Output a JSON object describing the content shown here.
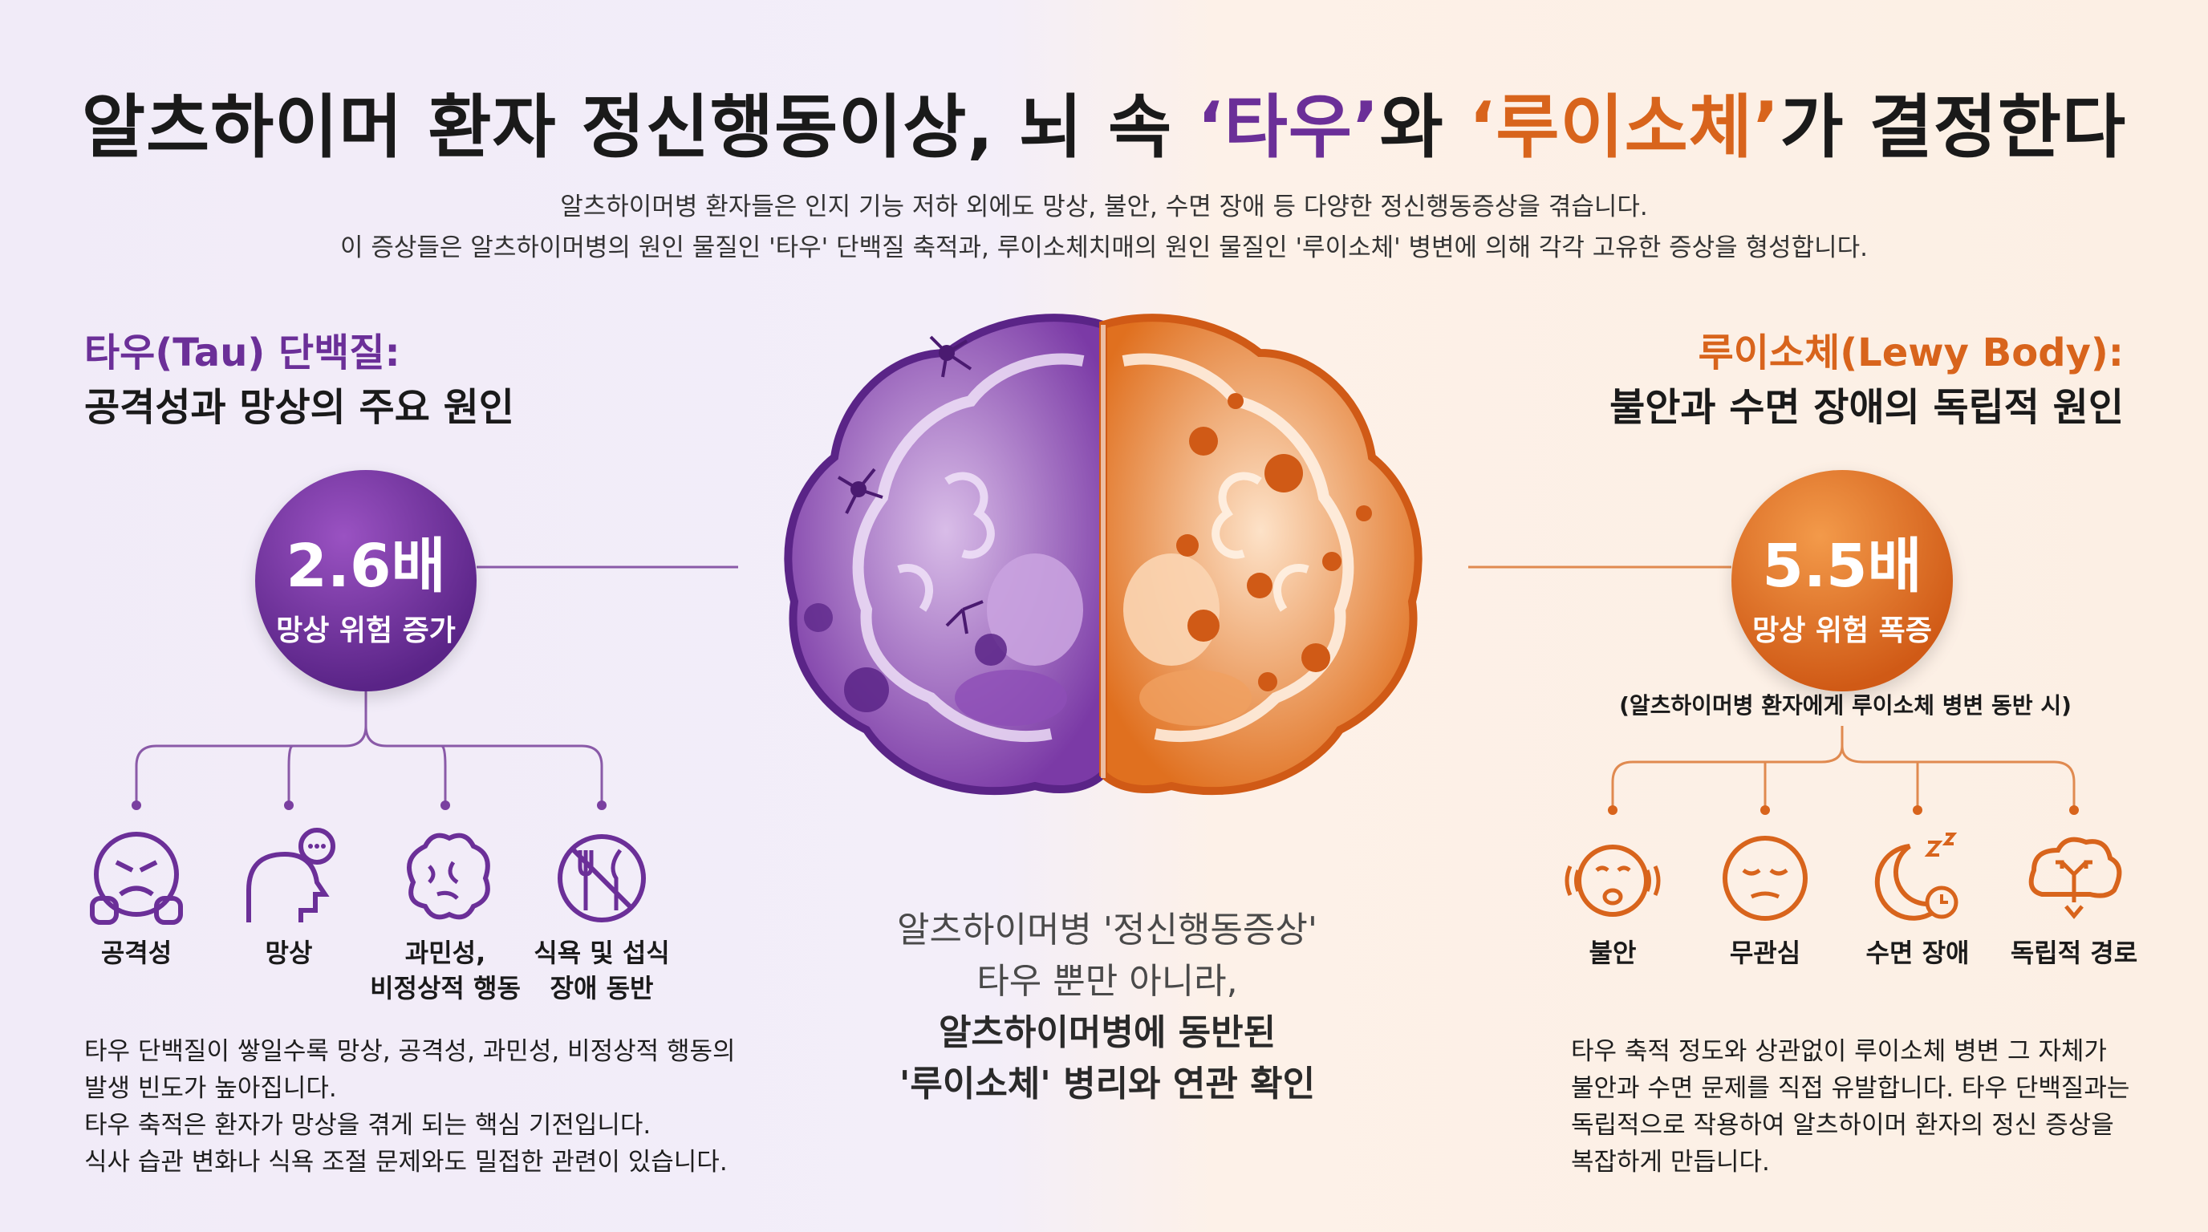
{
  "title": {
    "part1": "알츠하이머 환자 정신행동이상, 뇌 속 ",
    "tau": "‘타우’",
    "part2": "와 ",
    "lewy": "‘루이소체’",
    "part3": "가 결정한다"
  },
  "subtitle": {
    "line1": "알츠하이머병 환자들은 인지 기능 저하 외에도 망상, 불안, 수면 장애 등 다양한 정신행동증상을 겪습니다.",
    "line2": "이 증상들은 알츠하이머병의 원인 물질인 '타우' 단백질 축적과, 루이소체치매의 원인 물질인 '루이소체' 병변에 의해 각각 고유한 증상을 형성합니다."
  },
  "tau": {
    "heading1": "타우(Tau) 단백질:",
    "heading2": "공격성과 망상의 주요 원인",
    "stat_value": "2.6배",
    "stat_label": "망상 위험 증가",
    "symptoms": [
      {
        "line1": "공격성",
        "line2": "",
        "icon": "angry-face-icon"
      },
      {
        "line1": "망상",
        "line2": "",
        "icon": "delusion-head-icon"
      },
      {
        "line1": "과민성,",
        "line2": "비정상적 행동",
        "icon": "brain-irritability-icon"
      },
      {
        "line1": "식욕 및 섭식",
        "line2": "장애 동반",
        "icon": "no-eating-icon"
      }
    ],
    "paragraph": [
      "타우 단백질이 쌓일수록 망상, 공격성, 과민성, 비정상적 행동의",
      "발생 빈도가 높아집니다.",
      "타우 축적은 환자가 망상을 겪게 되는 핵심 기전입니다.",
      "식사 습관 변화나 식욕 조절 문제와도 밀접한 관련이 있습니다."
    ],
    "color": "#6b2f98"
  },
  "lewy": {
    "heading1": "루이소체(Lewy Body):",
    "heading2": "불안과 수면 장애의 독립적 원인",
    "stat_value": "5.5배",
    "stat_label": "망상 위험 폭증",
    "note": "(알츠하이머병 환자에게 루이소체 병변 동반 시)",
    "symptoms": [
      {
        "line1": "불안",
        "icon": "anxious-face-icon"
      },
      {
        "line1": "무관심",
        "icon": "apathetic-face-icon"
      },
      {
        "line1": "수면 장애",
        "icon": "moon-sleep-icon"
      },
      {
        "line1": "독립적 경로",
        "icon": "branching-cloud-icon"
      }
    ],
    "paragraph": [
      "타우 축적 정도와 상관없이 루이소체 병변 그 자체가",
      "불안과 수면 문제를 직접 유발합니다. 타우 단백질과는",
      "독립적으로 작용하여 알츠하이머 환자의 정신 증상을",
      "복잡하게 만듭니다."
    ],
    "color": "#d8641c"
  },
  "center": {
    "line1": "알츠하이머병 '정신행동증상'",
    "line2": "타우 뿐만 아니라,",
    "line3": "알츠하이머병에 동반된",
    "line4": "'루이소체' 병리와 연관 확인"
  }
}
